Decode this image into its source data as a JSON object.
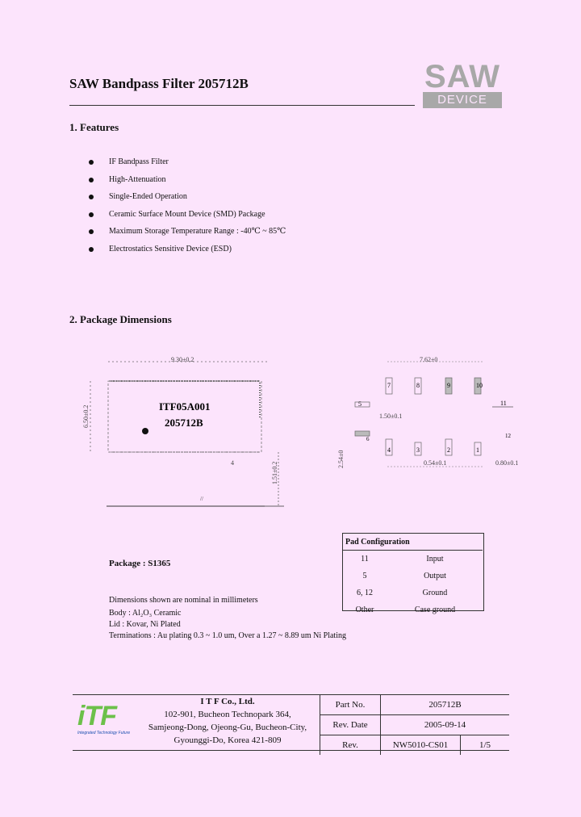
{
  "header": {
    "title": "SAW Bandpass Filter 205712B",
    "logo_top": "SAW",
    "logo_bottom": "DEVICE"
  },
  "features": {
    "heading": "1. Features",
    "items": [
      "IF Bandpass Filter",
      "High-Attenuation",
      "Single-Ended Operation",
      "Ceramic Surface Mount Device (SMD) Package",
      "Maximum Storage Temperature Range : -40℃ ~ 85℃",
      "Electrostatics Sensitive Device (ESD)"
    ]
  },
  "package": {
    "heading": "2. Package Dimensions",
    "marking_line1": "ITF05A001",
    "marking_line2": "205712B",
    "dim_width": "9.30±0.2",
    "dim_height": "6.50±0.2",
    "dim_thickness": "1.51±0.2",
    "dim_pad_span": "7.62±0",
    "dim_pad_offset": "1.50±0.1",
    "dim_pad_pitch_v": "2.54±0",
    "dim_pad_w": "0.54±0.1",
    "dim_pad_edge": "0.80±0.1",
    "pad_numbers_top": [
      "7",
      "8",
      "9",
      "10"
    ],
    "pad_numbers_bottom": [
      "4",
      "3",
      "2",
      "1"
    ],
    "pad_label_left": "6",
    "pad_label_left2": "5",
    "pad_label_right": "11",
    "pad_label_right2": "12",
    "bottom_pin_label": "4",
    "package_label": "Package : S1365",
    "notes": [
      "Dimensions shown are nominal in millimeters",
      "Body : Al₂O₃ Ceramic",
      "Lid : Kovar, Ni Plated",
      "Terminations : Au plating 0.3 ~ 1.0 um, Over a 1.27 ~ 8.89 um Ni Plating"
    ]
  },
  "pad_config": {
    "heading": "Pad Configuration",
    "rows": [
      {
        "pad": "11",
        "function": "Input"
      },
      {
        "pad": "5",
        "function": "Output"
      },
      {
        "pad": "6, 12",
        "function": "Ground"
      },
      {
        "pad": "Other",
        "function": "Case ground"
      }
    ]
  },
  "footer": {
    "company": "I T F   Co., Ltd.",
    "address_lines": [
      "102-901, Bucheon Technopark 364,",
      "Samjeong-Dong, Ojeong-Gu, Bucheon-City,",
      "Gyounggi-Do, Korea 421-809"
    ],
    "logo_text": "iTF",
    "logo_tagline": "Integrated Technology Future",
    "part_no_label": "Part No.",
    "part_no_value": "205712B",
    "rev_date_label": "Rev. Date",
    "rev_date_value": "2005-09-14",
    "rev_label": "Rev.",
    "rev_value": "NW5010-CS01",
    "page_value": "1/5"
  },
  "colors": {
    "background": "#fce4fc",
    "logo_gray": "#a8a8a8",
    "itf_green": "#6cc04a",
    "itf_blue": "#1a4fb0"
  }
}
